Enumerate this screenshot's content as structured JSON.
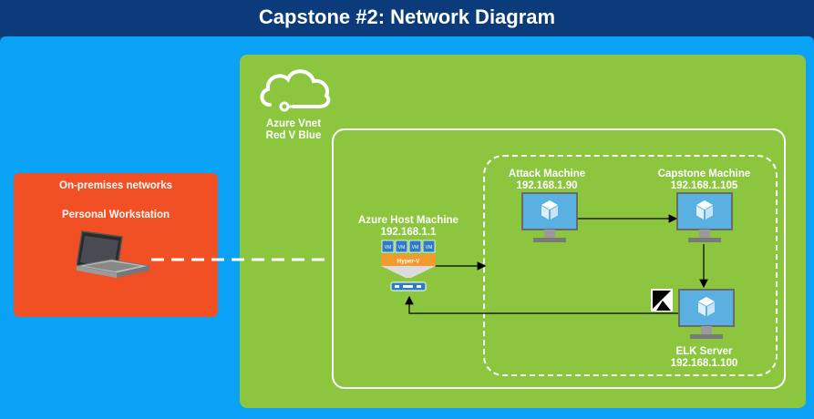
{
  "title": "Capstone #2: Network Diagram",
  "onprem": {
    "title": "On-premises networks",
    "subtitle": "Personal Workstation"
  },
  "vnet": {
    "line1": "Azure Vnet",
    "line2": "Red V Blue"
  },
  "host": {
    "name": "Azure Host Machine",
    "ip": "192.168.1.1",
    "vm_labels": [
      "VM",
      "VM",
      "VM",
      "VM"
    ],
    "hyperv": "Hyper-V"
  },
  "attack": {
    "name": "Attack Machine",
    "ip": "192.168.1.90"
  },
  "capstone": {
    "name": "Capstone Machine",
    "ip": "192.168.1.105"
  },
  "elk": {
    "name": "ELK Server",
    "ip": "192.168.1.100"
  },
  "colors": {
    "header": "#0b3b7a",
    "canvas": "#0aa2f5",
    "onprem": "#f05024",
    "azure": "#8cc63f",
    "monitor": "#5ab0e0",
    "hyperv": "#f29a2e"
  }
}
